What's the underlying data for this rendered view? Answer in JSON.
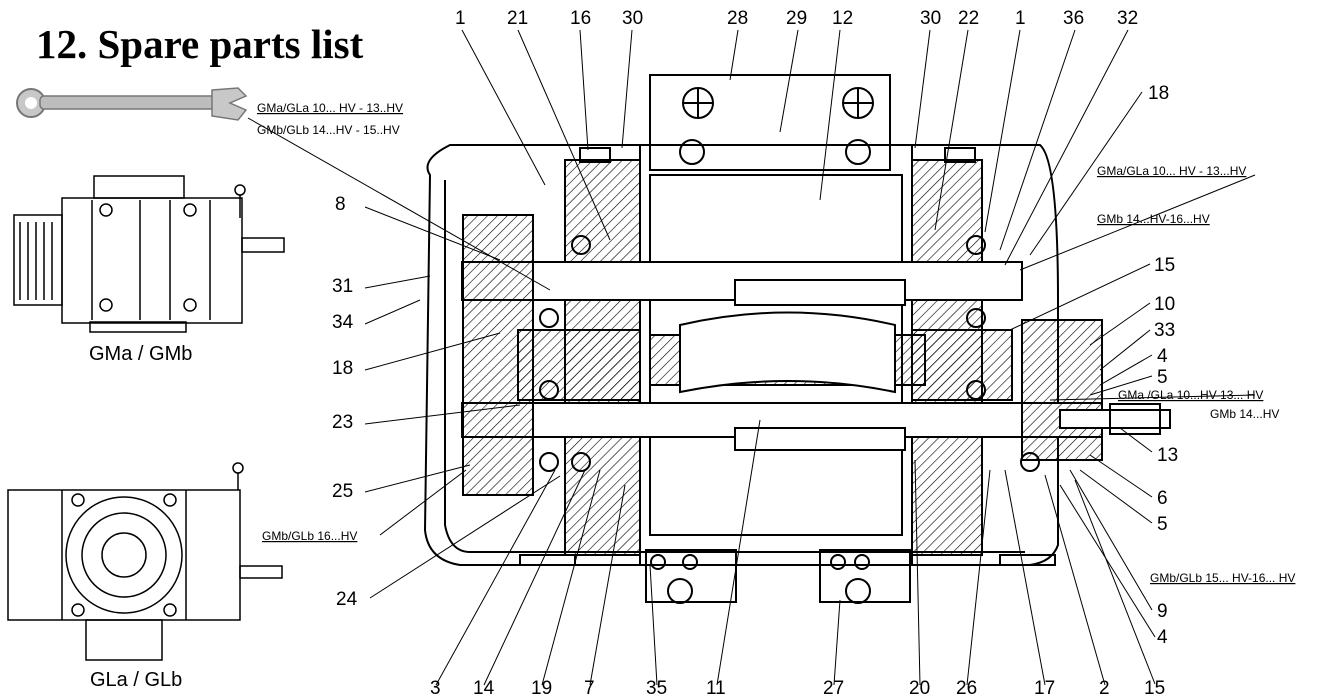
{
  "title": "12.  Spare parts list",
  "thumbnails": [
    {
      "caption": "GMa / GMb"
    },
    {
      "caption": "GLa / GLb"
    }
  ],
  "variant_notes": [
    "GMa/GLa 10... HV - 13..HV",
    "GMb/GLb 14...HV - 15..HV",
    "GMa/GLa 10... HV - 13...HV",
    "GMb 14...HV-16...HV",
    "GMa /GLa 10...HV-13... HV",
    "GMb 14...HV",
    "GMb/GLb 16...HV",
    "GMb/GLb 15... HV-16... HV"
  ],
  "callouts": [
    "1",
    "21",
    "16",
    "30",
    "28",
    "29",
    "12",
    "30",
    "22",
    "1",
    "36",
    "32",
    "18",
    "8",
    "31",
    "34",
    "18",
    "23",
    "25",
    "24",
    "15",
    "10",
    "33",
    "4",
    "5",
    "13",
    "6",
    "5",
    "9",
    "4",
    "3",
    "14",
    "19",
    "7",
    "35",
    "11",
    "27",
    "20",
    "26",
    "17",
    "2",
    "15"
  ]
}
